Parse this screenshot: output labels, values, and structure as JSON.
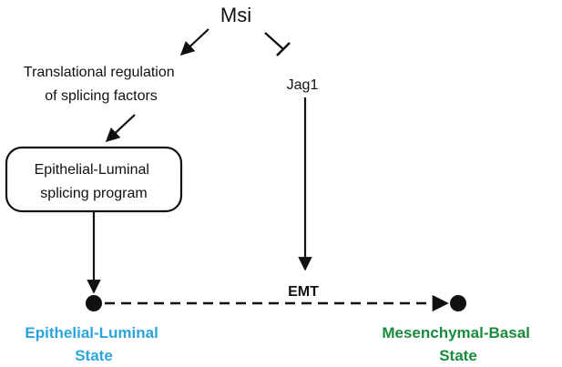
{
  "nodes": {
    "msi": "Msi",
    "translational_line1": "Translational regulation",
    "translational_line2": "of splicing factors",
    "jag1": "Jag1",
    "program_line1": "Epithelial-Luminal",
    "program_line2": "splicing program",
    "emt": "EMT",
    "epithelial_line1": "Epithelial-Luminal",
    "epithelial_line2": "State",
    "mesenchymal_line1": "Mesenchymal-Basal",
    "mesenchymal_line2": "State"
  },
  "edges": [
    {
      "from": "Msi",
      "to": "Translational regulation of splicing factors",
      "type": "activation"
    },
    {
      "from": "Msi",
      "to": "Jag1",
      "type": "inhibition"
    },
    {
      "from": "Translational regulation of splicing factors",
      "to": "Epithelial-Luminal splicing program",
      "type": "activation"
    },
    {
      "from": "Epithelial-Luminal splicing program",
      "to": "Epithelial-Luminal State",
      "type": "activation"
    },
    {
      "from": "Jag1",
      "to": "EMT",
      "type": "activation"
    },
    {
      "from": "Epithelial-Luminal State",
      "to": "Mesenchymal-Basal State",
      "type": "transition",
      "label": "EMT"
    }
  ],
  "colors": {
    "epithelial_state": "#2ba4dc",
    "mesenchymal_state": "#1a8a3e",
    "lines": "#111111"
  }
}
